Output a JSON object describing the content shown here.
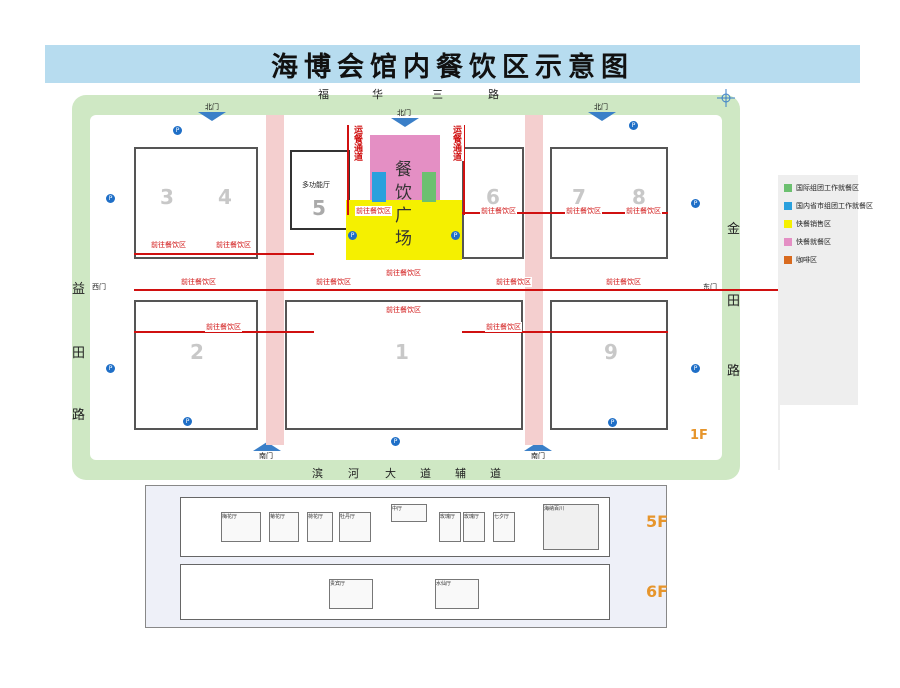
{
  "title": "海博会馆内餐饮区示意图",
  "roads": {
    "north": [
      "福",
      "华",
      "三",
      "路"
    ],
    "south": [
      "滨",
      "河",
      "大",
      "道",
      "辅",
      "道"
    ],
    "west": [
      "益",
      "田",
      "路"
    ],
    "east": [
      "金",
      "田",
      "路"
    ]
  },
  "gates": {
    "north_left": "北门",
    "north_center": "北门",
    "north_right": "北门",
    "south_left": "南门",
    "south_right": "南门",
    "west": "西门",
    "east": "东门"
  },
  "halls": [
    "1",
    "2",
    "3",
    "4",
    "5",
    "6",
    "7",
    "8",
    "9"
  ],
  "hall5_name": "多功能厅",
  "plaza": [
    "餐",
    "饮",
    "广",
    "场"
  ],
  "supply_route": "运餐通道",
  "route_label": "前往餐饮区",
  "floor_marker": "1F",
  "upper_floors": [
    "5F",
    "6F"
  ],
  "legend": [
    {
      "label": "国际组团工作就餐区",
      "color": "#6cc070"
    },
    {
      "label": "国内省市组团工作就餐区",
      "color": "#2aa0dd"
    },
    {
      "label": "快餐销售区",
      "color": "#f5f000"
    },
    {
      "label": "快餐就餐区",
      "color": "#e48fc4"
    },
    {
      "label": "咖啡区",
      "color": "#d86a1e"
    }
  ],
  "f5_rooms": [
    "梅花厅",
    "菊花厅",
    "荷花厅",
    "牡丹厅",
    "中厅",
    "玫瑰厅",
    "玫瑰厅",
    "七夕厅",
    "海纳百川"
  ],
  "f6_rooms": [
    "贵宾厅",
    "水仙厅"
  ],
  "parking": "P"
}
